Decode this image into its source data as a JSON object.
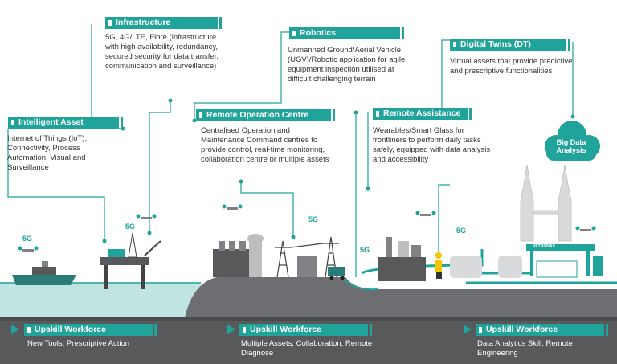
{
  "colors": {
    "accent": "#1fa39a",
    "ground": "#6d6e71",
    "ground_dark": "#58595b",
    "sea": "#b9e2df",
    "text": "#333333"
  },
  "infrastructure": {
    "title": "Infrastructure",
    "text": "5G, 4G/LTE, Fibre (infrastructure with high availability, redundancy, secured security for data transfer, communication and surveillance)"
  },
  "robotics": {
    "title": "Robotics",
    "text": "Unmanned Ground/Aerial Vehicle (UGV)/Robotic application for agile equipment inspection utilised at difficult challenging terrain"
  },
  "digital_twins": {
    "title": "Digital Twins (DT)",
    "text": "Virtual assets that provide predictive and prescriptive functionalities"
  },
  "intelligent_asset": {
    "title": "Intelligent Asset",
    "text": "Internet of Things (IoT), Connectivity, Process Automation, Visual and Surveillance"
  },
  "remote_operation": {
    "title": "Remote Operation Centre",
    "text": "Centralised Operation and Maintenance Command centres to provide control, real-time monitoring, collaboration centre or multiple assets"
  },
  "remote_assistance": {
    "title": "Remote Assistance",
    "text": "Wearables/Smart Glass for frontliners to perform daily tasks safely, equipped with data analysis and accessibility"
  },
  "big_data": {
    "line1": "Big Data",
    "line2": "Analysis"
  },
  "fiveg": "5G",
  "petronas": "PETRONAS",
  "upskill": [
    {
      "title": "Upskill Workforce",
      "text": "New Tools, Prescriptive Action"
    },
    {
      "title": "Upskill Workforce",
      "text": "Multiple Assets, Collaboration, Remote Diagnose"
    },
    {
      "title": "Upskill Workforce",
      "text": "Data Analytics Skill, Remote Engineering"
    }
  ]
}
